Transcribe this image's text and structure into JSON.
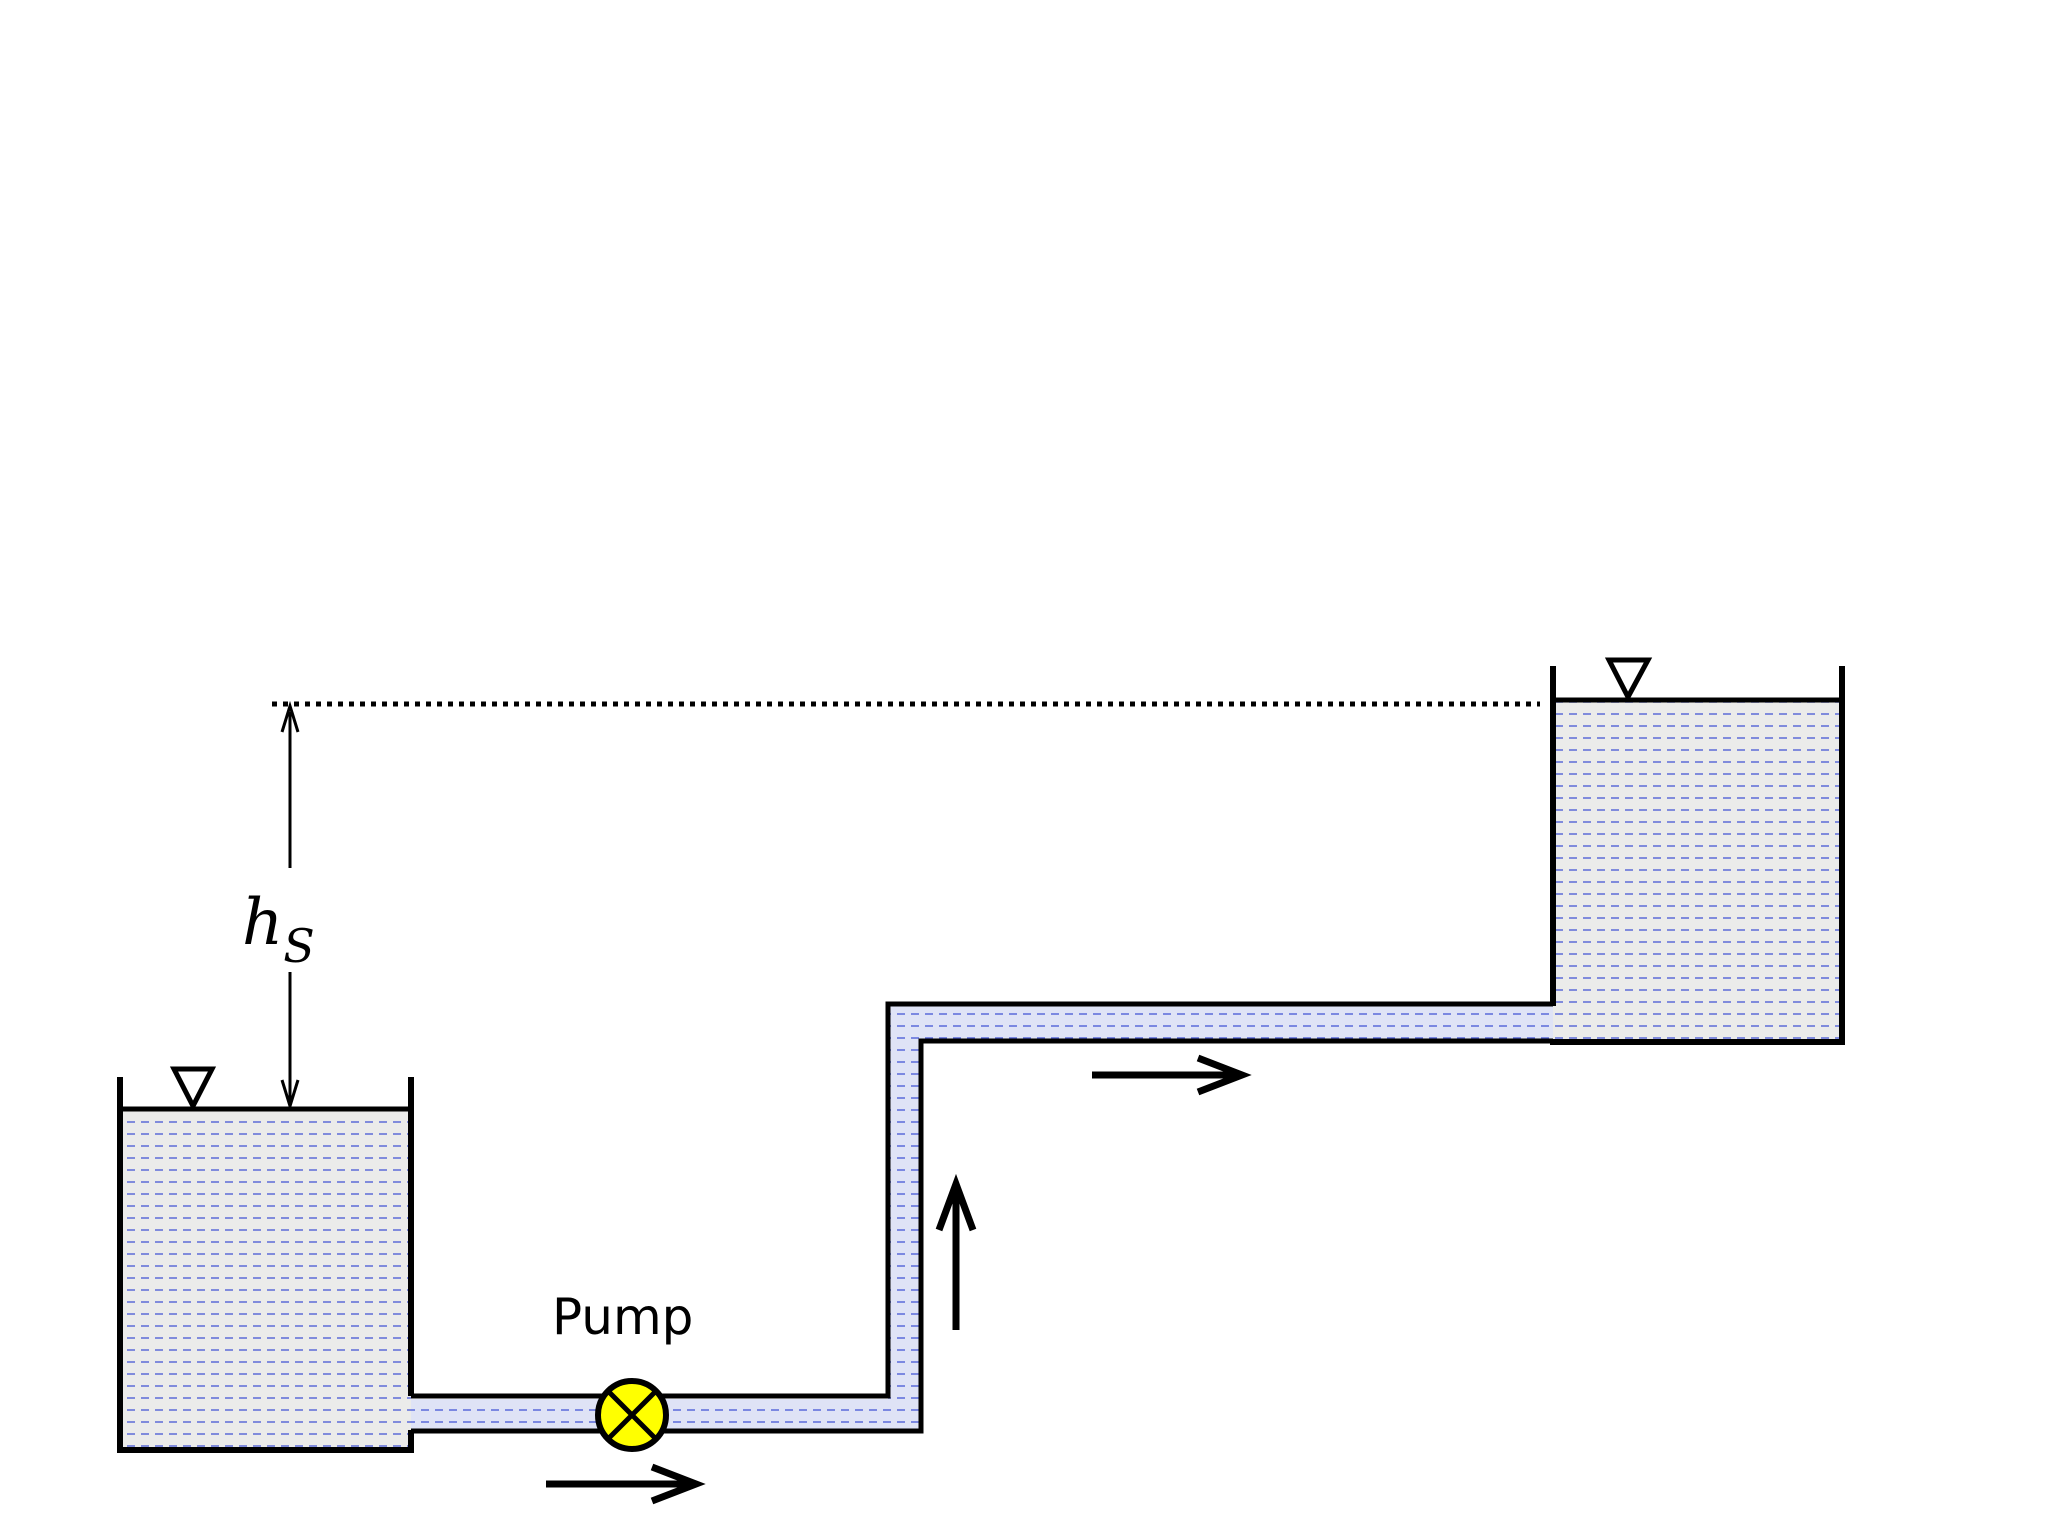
{
  "labels": {
    "pump": "Pump",
    "head_symbol": "h",
    "head_subscript": "S"
  },
  "colors": {
    "background": "#ffffff",
    "line": "#000000",
    "tank_fluid": "#ebebea",
    "pipe_fluid": "#dfe3f6",
    "fluid_dash": "#2b3fd0",
    "pump_fill": "#ffff00"
  },
  "icons": {
    "free_surface_marker": "inverted-triangle",
    "pump_symbol": "circle-with-x",
    "flow_direction": "arrow"
  }
}
